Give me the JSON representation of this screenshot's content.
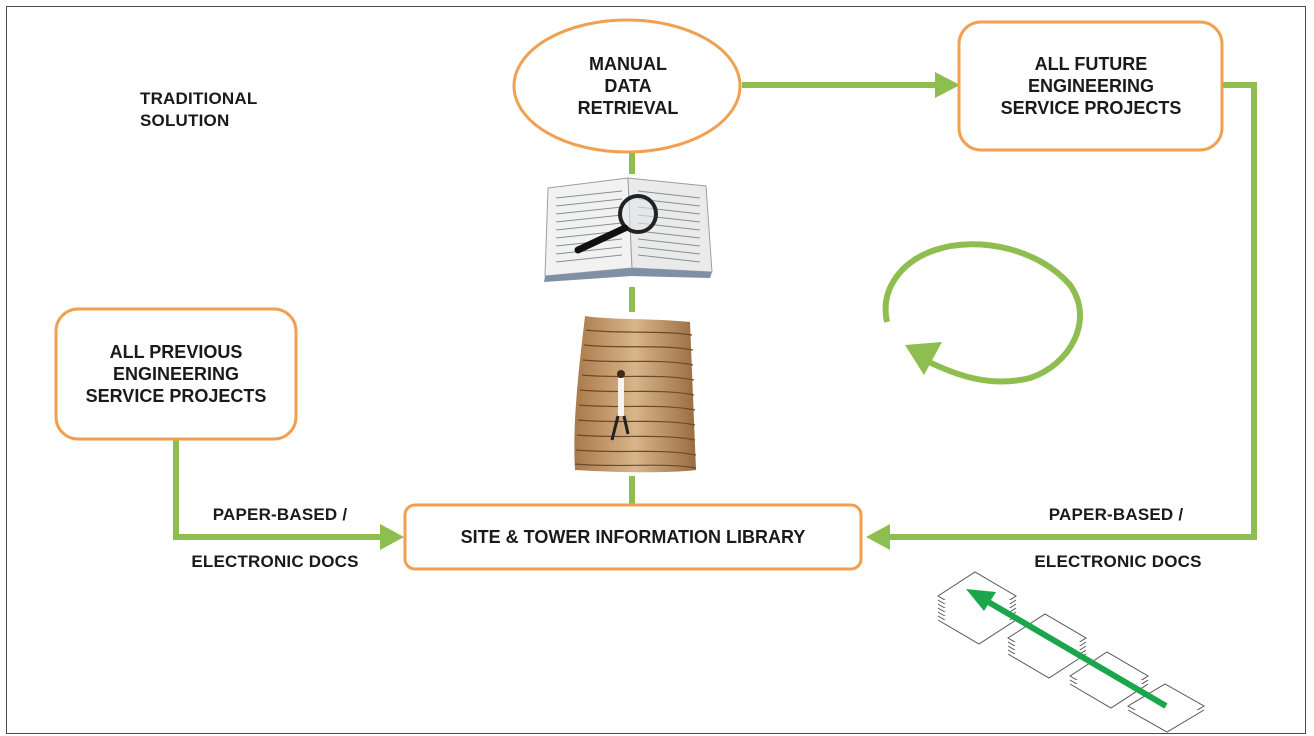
{
  "title_label": "TRADITIONAL\nSOLUTION",
  "nodes": {
    "manual_retrieval": "MANUAL\nDATA\nRETRIEVAL",
    "future_projects": "ALL FUTURE\nENGINEERING\nSERVICE PROJECTS",
    "previous_projects": "ALL PREVIOUS\nENGINEERING\nSERVICE PROJECTS",
    "library": "SITE & TOWER INFORMATION LIBRARY"
  },
  "edge_labels": {
    "left_top": "PAPER-BASED /",
    "left_bottom": "ELECTRONIC DOCS",
    "right_top": "PAPER-BASED /",
    "right_bottom": "ELECTRONIC DOCS"
  },
  "colors": {
    "node_border": "#f0a050",
    "connector": "#8dbe4f",
    "stack_arrow": "#1aa64a"
  },
  "icons": {
    "magnifier_book": "book-with-magnifying-glass-icon",
    "paper_pile": "paper-pile-climber-icon",
    "document_stacks": "document-stacks-icon",
    "cycle": "circular-cycle-arrow-icon"
  }
}
